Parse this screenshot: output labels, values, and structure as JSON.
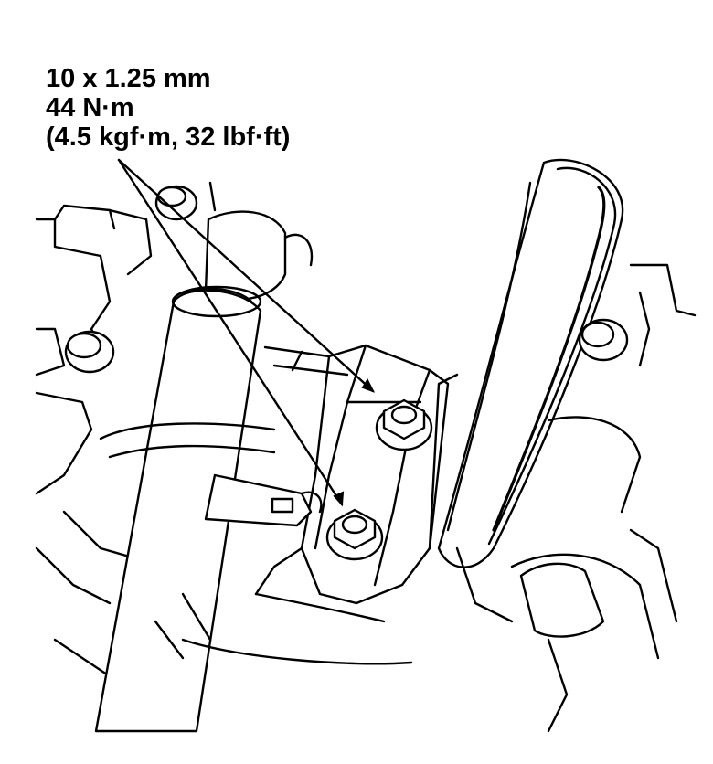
{
  "spec": {
    "size": "10 x 1.25 mm",
    "torque_nm": "44 N·m",
    "torque_alt": "(4.5 kgf·m, 32 lbf·ft)"
  },
  "callouts": {
    "target": "bolts",
    "count": 2
  },
  "colors": {
    "ink": "#000000",
    "paper": "#ffffff"
  }
}
